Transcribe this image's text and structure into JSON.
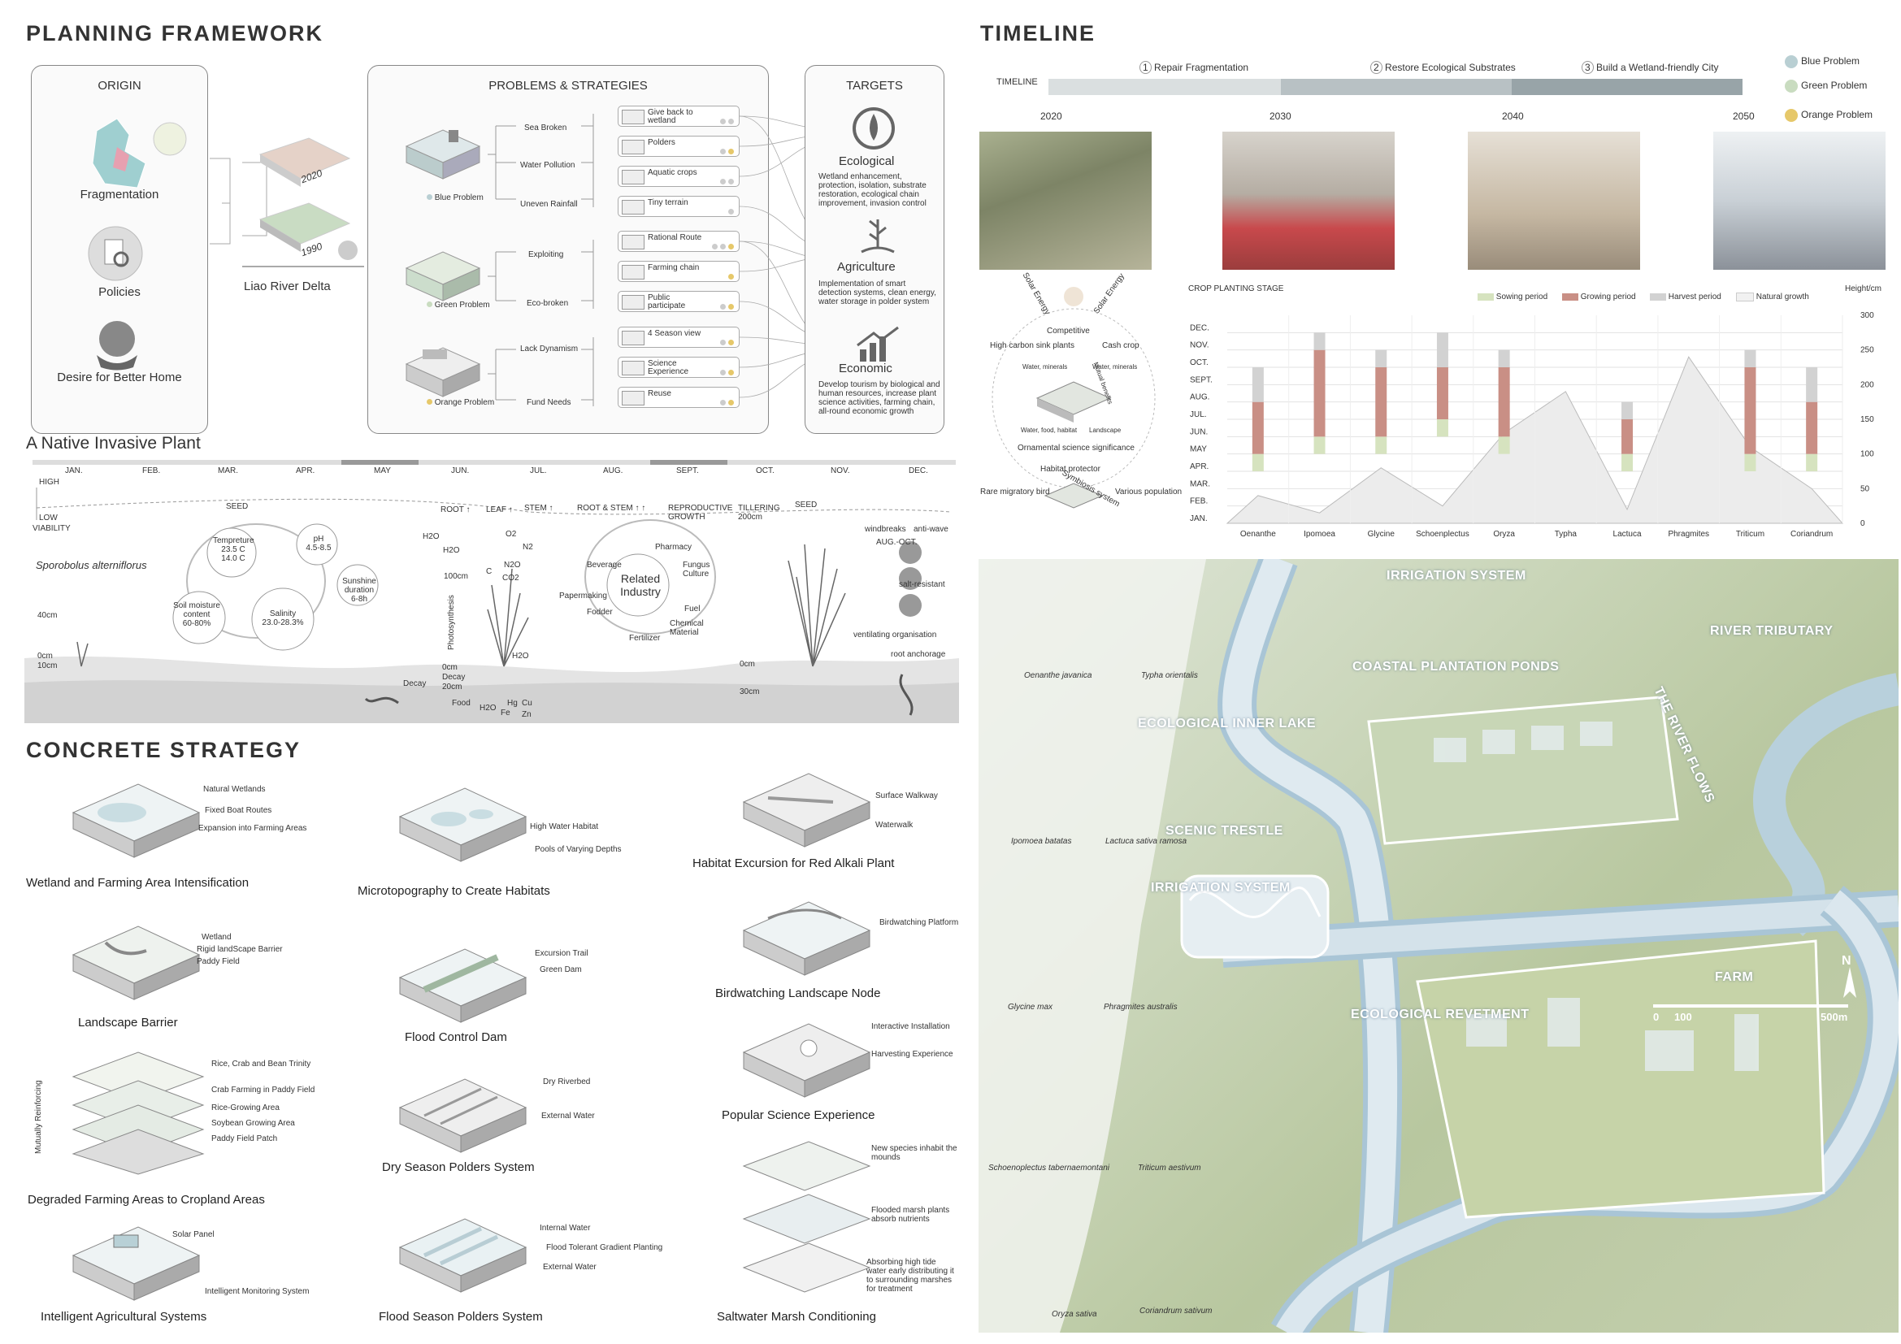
{
  "sections": {
    "planning": "PLANNING FRAMEWORK",
    "timeline": "TIMELINE",
    "native": "A Native Invasive Plant",
    "concrete": "CONCRETE STRATEGY"
  },
  "framework": {
    "origin": {
      "title": "ORIGIN",
      "items": [
        "Fragmentation",
        "Policies",
        "Desire for Better Home"
      ],
      "years": [
        "2020",
        "1990"
      ],
      "place": "Liao River Delta"
    },
    "problems": {
      "title": "PROBLEMS & STRATEGIES",
      "groups": [
        {
          "name": "Blue Problem",
          "issues": [
            "Sea Broken",
            "Water Pollution",
            "Uneven Rainfall"
          ]
        },
        {
          "name": "Green Problem",
          "issues": [
            "Exploiting",
            "Eco-broken"
          ]
        },
        {
          "name": "Orange Problem",
          "issues": [
            "Lack Dynamism",
            "Fund Needs"
          ]
        }
      ],
      "strategies": [
        "Give back to wetland",
        "Polders",
        "Aquatic crops",
        "Tiny terrain",
        "Rational Route",
        "Farming chain",
        "Public participate",
        "4 Season view",
        "Science Experience",
        "Reuse"
      ]
    },
    "targets": {
      "title": "TARGETS",
      "items": [
        {
          "name": "Ecological",
          "desc": "Wetland enhancement, protection, isolation, substrate restoration, ecological chain improvement, invasion control"
        },
        {
          "name": "Agriculture",
          "desc": "Implementation of smart detection systems, clean energy, water storage in polder system"
        },
        {
          "name": "Economic",
          "desc": "Develop tourism by biological and human resources, increase plant science activities, farming chain, all-round economic growth"
        }
      ]
    }
  },
  "timeline": {
    "label": "TIMELINE",
    "phases": [
      "Repair Fragmentation",
      "Restore Ecological Substrates",
      "Build a Wetland-friendly City"
    ],
    "phase_nums": [
      "1",
      "2",
      "3"
    ],
    "years": [
      "2020",
      "2030",
      "2040",
      "2050"
    ],
    "legend": [
      {
        "label": "Blue Problem",
        "color": "#b9cfd3"
      },
      {
        "label": "Green Problem",
        "color": "#c9dcc0"
      },
      {
        "label": "Orange Problem",
        "color": "#e6c86a"
      }
    ]
  },
  "cycle": {
    "top": "Solar Energy",
    "top2": "Solar Energy",
    "competitive": "Competitive",
    "left": "High carbon sink plants",
    "right": "Cash crop",
    "wm1": "Water, minerals",
    "wm2": "Water, minerals",
    "wfh": "Water, food, habitat",
    "landscape": "Landscape",
    "mutual": "Mutual benefits",
    "ornamental": "Ornamental science significance",
    "habitat": "Habitat protector",
    "bird": "Rare migratory bird",
    "symb": "Symbiosis system",
    "pop": "Various population"
  },
  "chart_data": {
    "type": "bar",
    "title": "CROP PLANTING STAGE",
    "ylabel": "Height/cm",
    "ylim": [
      0,
      300
    ],
    "yticks": [
      "300",
      "250",
      "200",
      "150",
      "100",
      "50",
      "0"
    ],
    "months": [
      "DEC.",
      "NOV.",
      "OCT.",
      "SEPT.",
      "AUG.",
      "JUL.",
      "JUN.",
      "MAY",
      "APR.",
      "MAR.",
      "FEB.",
      "JAN."
    ],
    "legend": [
      {
        "label": "Sowing period",
        "color": "#d6e3bf"
      },
      {
        "label": "Growing period",
        "color": "#c98f85"
      },
      {
        "label": "Harvest period",
        "color": "#d2d2d2"
      },
      {
        "label": "Natural growth",
        "color": "#f1f1f1"
      }
    ],
    "categories": [
      "Oenanthe",
      "Ipomoea",
      "Glycine",
      "Schoenplectus",
      "Oryza",
      "Typha",
      "Lactuca",
      "Phragmites",
      "Triticum",
      "Coriandrum"
    ],
    "heights": [
      40,
      15,
      80,
      25,
      130,
      190,
      20,
      240,
      110,
      50
    ],
    "stages": [
      {
        "sow": [
          3,
          4
        ],
        "grow": [
          4,
          7
        ],
        "harvest": [
          7,
          9
        ]
      },
      {
        "sow": [
          4,
          5
        ],
        "grow": [
          5,
          10
        ],
        "harvest": [
          10,
          11
        ]
      },
      {
        "sow": [
          4,
          5
        ],
        "grow": [
          5,
          9
        ],
        "harvest": [
          9,
          10
        ]
      },
      {
        "sow": [
          5,
          6
        ],
        "grow": [
          6,
          9
        ],
        "harvest": [
          9,
          11
        ]
      },
      {
        "sow": [
          4,
          5
        ],
        "grow": [
          5,
          9
        ],
        "harvest": [
          9,
          10
        ]
      },
      null,
      {
        "sow": [
          3,
          4
        ],
        "grow": [
          4,
          6
        ],
        "harvest": [
          6,
          7
        ]
      },
      null,
      {
        "sow": [
          3,
          4
        ],
        "grow": [
          4,
          9
        ],
        "harvest": [
          9,
          10
        ]
      },
      {
        "sow": [
          3,
          4
        ],
        "grow": [
          4,
          7
        ],
        "harvest": [
          7,
          9
        ]
      }
    ]
  },
  "invasive": {
    "months": [
      "JAN.",
      "FEB.",
      "MAR.",
      "APR.",
      "MAY",
      "JUN.",
      "JUL.",
      "AUG.",
      "SEPT.",
      "OCT.",
      "NOV.",
      "DEC."
    ],
    "high": "HIGH",
    "low": "LOW",
    "viability": "VIABILITY",
    "species": "Sporobolus alterniflorus",
    "seed": "SEED",
    "seed2": "SEED",
    "stages": [
      "ROOT ↑",
      "LEAF ↑",
      "STEM ↑",
      "ROOT & STEM ↑ ↑",
      "REPRODUCTIVE GROWTH",
      "TILLERING 200cm"
    ],
    "env": [
      {
        "k": "Tempreture",
        "v": "23.5 C 14.0 C"
      },
      {
        "k": "pH",
        "v": "4.5-8.5"
      },
      {
        "k": "Sunshine duration",
        "v": "6-8h"
      },
      {
        "k": "Soil moisture content",
        "v": "60-80%"
      },
      {
        "k": "Salinity",
        "v": "23.0-28.3%"
      }
    ],
    "industry": {
      "center": "Related Industry",
      "items": [
        "Beverage",
        "Pharmacy",
        "Fungus Culture",
        "Papermaking",
        "Fodder",
        "Fuel",
        "Fertilizer",
        "Chemical Material"
      ]
    },
    "features": [
      "windbreaks",
      "anti-wave",
      "AUG.-OCT.",
      "salt-resistant",
      "ventilating organisation",
      "root anchorage"
    ],
    "misc": [
      "H2O",
      "H2O",
      "O2",
      "N2",
      "100cm",
      "C",
      "N2O",
      "CO2",
      "Photosynthesis",
      "0cm",
      "Decay",
      "20cm",
      "Food",
      "H2O",
      "Hg",
      "Cu",
      "Fe",
      "Zn",
      "Decay",
      "40cm",
      "0cm",
      "10cm",
      "0cm",
      "30cm",
      "H2O"
    ]
  },
  "strategies": [
    {
      "title": "Wetland and Farming Area Intensification",
      "labels": [
        "Natural Wetlands",
        "Fixed Boat Routes",
        "Expansion into Farming Areas"
      ]
    },
    {
      "title": "Landscape Barrier",
      "labels": [
        "Wetland",
        "Rigid landScape Barrier",
        "Paddy Field"
      ]
    },
    {
      "title": "Degraded Farming Areas to Cropland Areas",
      "labels": [
        "Rice, Crab and Bean Trinity",
        "Crab Farming in Paddy Field",
        "Rice-Growing Area",
        "Soybean Growing Area",
        "Paddy Field Patch"
      ],
      "side": "Mutually Reinforcing"
    },
    {
      "title": "Intelligent Agricultural Systems",
      "labels": [
        "Solar Panel",
        "Intelligent Monitoring System"
      ]
    },
    {
      "title": "Microtopography to Create Habitats",
      "labels": [
        "High Water Habitat",
        "Pools of Varying Depths"
      ]
    },
    {
      "title": "Flood Control Dam",
      "labels": [
        "Excursion Trail",
        "Green Dam"
      ]
    },
    {
      "title": "Dry Season Polders System",
      "labels": [
        "Dry Riverbed",
        "External Water"
      ]
    },
    {
      "title": "Flood Season Polders System",
      "labels": [
        "Internal Water",
        "Flood Tolerant Gradient Planting",
        "External Water"
      ]
    },
    {
      "title": "Habitat Excursion for Red Alkali Plant",
      "labels": [
        "Surface Walkway",
        "Waterwalk"
      ]
    },
    {
      "title": "Birdwatching Landscape Node",
      "labels": [
        "Birdwatching Platform"
      ]
    },
    {
      "title": "Popular Science Experience",
      "labels": [
        "Interactive Installation",
        "Harvesting Experience"
      ]
    },
    {
      "title": "Saltwater Marsh Conditioning",
      "labels": [
        "New species inhabit the mounds",
        "Flooded marsh plants absorb nutrients",
        "Absorbing high tide water early distributing it to surrounding marshes for treatment"
      ]
    }
  ],
  "map": {
    "labels": [
      "IRRIGATION SYSTEM",
      "RIVER TRIBUTARY",
      "COASTAL PLANTATION PONDS",
      "ECOLOGICAL INNER LAKE",
      "THE RIVER FLOWS",
      "SCENIC TRESTLE",
      "IRRIGATION SYSTEM",
      "FARM",
      "ECOLOGICAL REVETMENT"
    ],
    "north": "N",
    "scale": [
      "0",
      "100",
      "500m"
    ],
    "plants": [
      "Oenanthe javanica",
      "Typha orientalis",
      "Ipomoea batatas",
      "Lactuca sativa ramosa",
      "Glycine max",
      "Phragmites australis",
      "Schoenoplectus tabernaemontani",
      "Triticum aestivum",
      "Oryza sativa",
      "Coriandrum sativum"
    ]
  }
}
